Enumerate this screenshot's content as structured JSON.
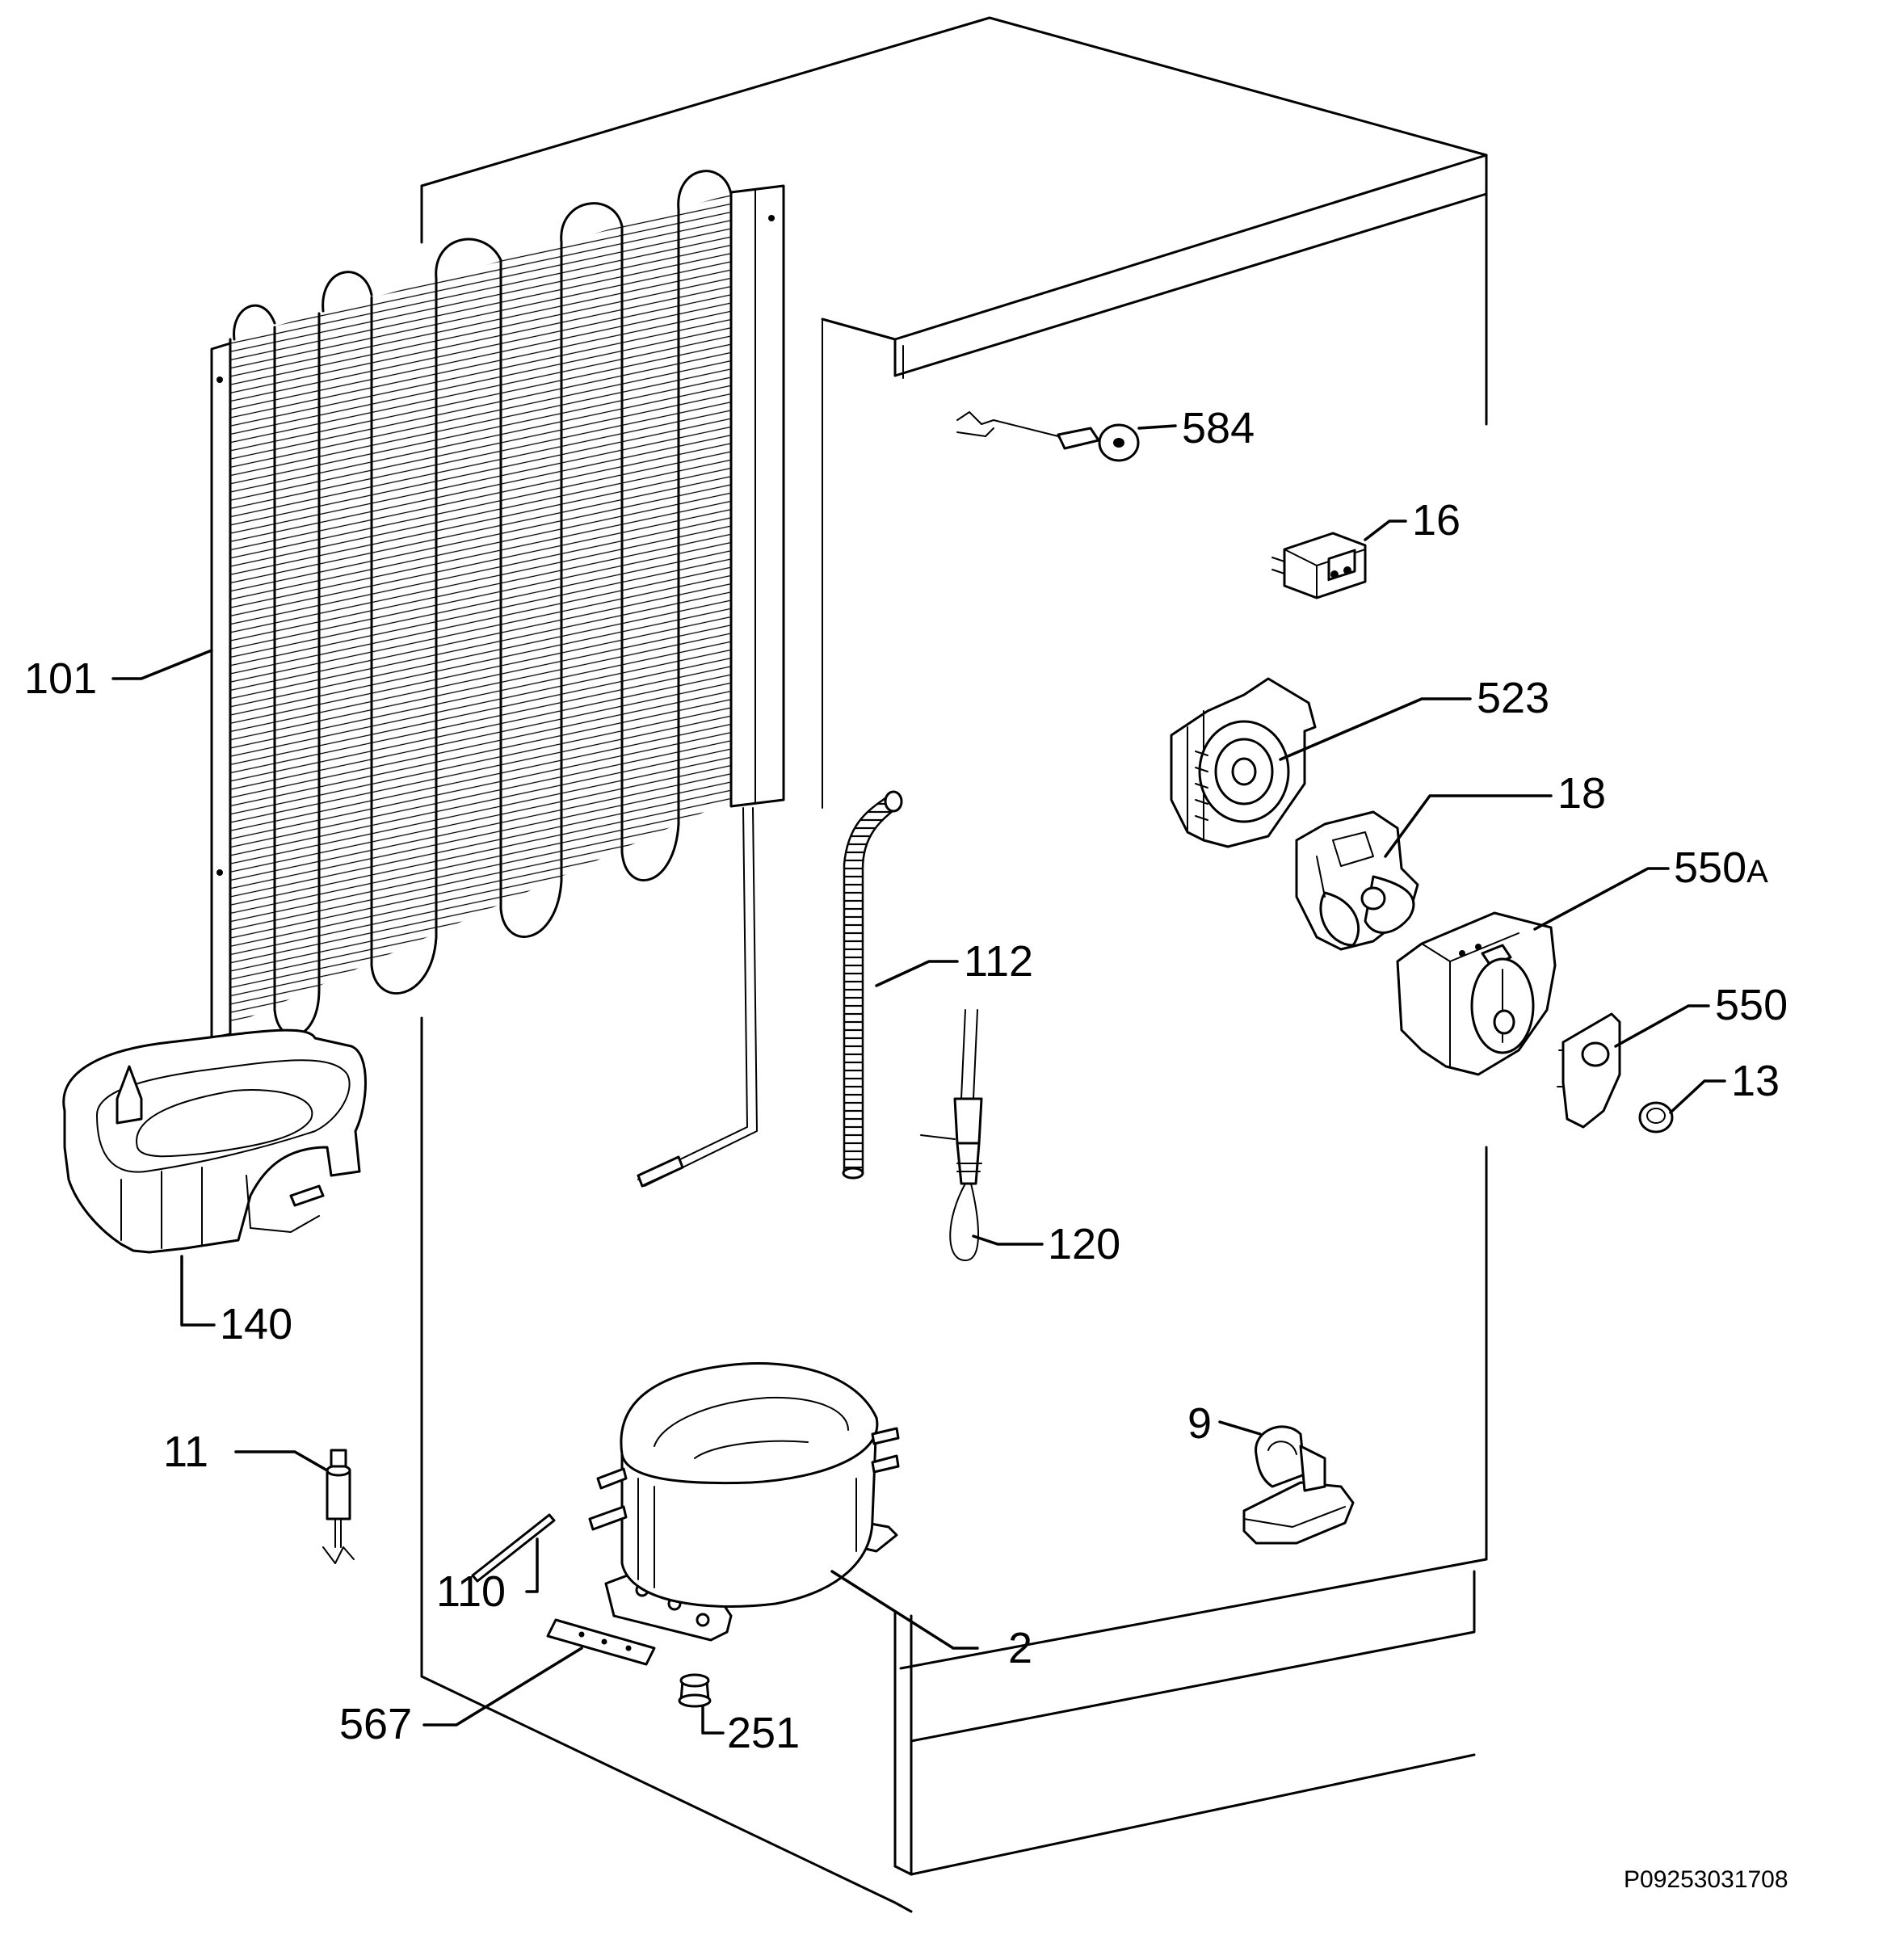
{
  "diagram": {
    "drawing_code": "P09253031708",
    "parts": [
      {
        "id": "p584",
        "label": "584"
      },
      {
        "id": "p16",
        "label": "16"
      },
      {
        "id": "p101",
        "label": "101"
      },
      {
        "id": "p523",
        "label": "523"
      },
      {
        "id": "p18",
        "label": "18"
      },
      {
        "id": "p550A",
        "label": "550",
        "suffix": "A"
      },
      {
        "id": "p112",
        "label": "112"
      },
      {
        "id": "p550",
        "label": "550"
      },
      {
        "id": "p13",
        "label": "13"
      },
      {
        "id": "p120",
        "label": "120"
      },
      {
        "id": "p140",
        "label": "140"
      },
      {
        "id": "p9",
        "label": "9"
      },
      {
        "id": "p11",
        "label": "11"
      },
      {
        "id": "p110",
        "label": "110"
      },
      {
        "id": "p2",
        "label": "2"
      },
      {
        "id": "p567",
        "label": "567"
      },
      {
        "id": "p251",
        "label": "251"
      }
    ]
  }
}
